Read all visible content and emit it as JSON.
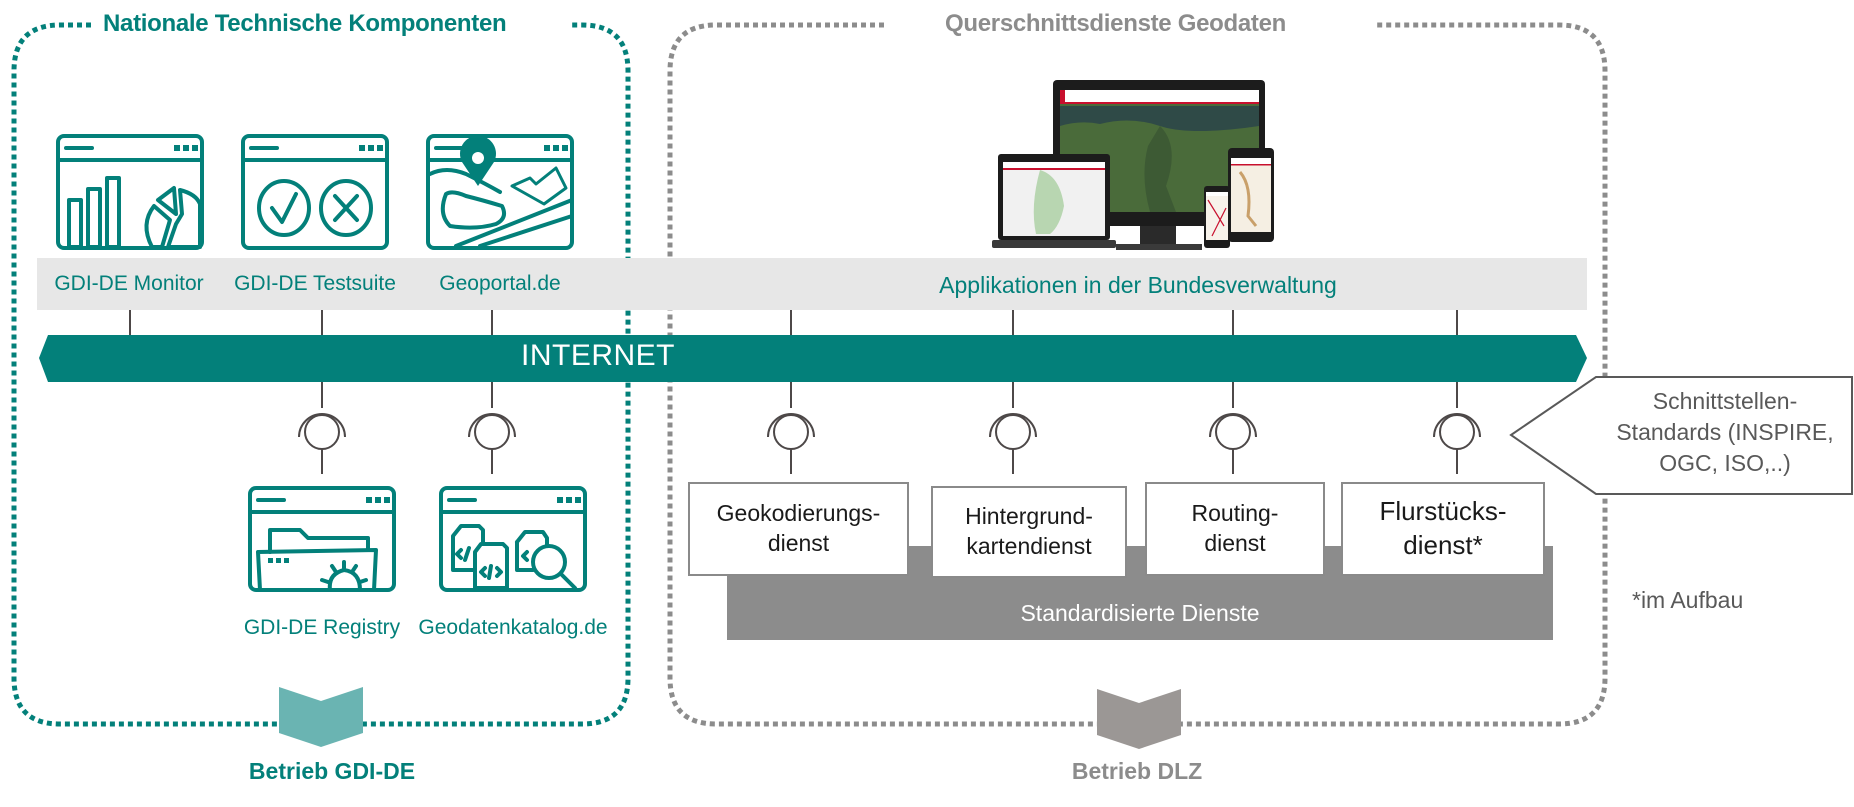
{
  "groups": {
    "national": {
      "title": "Nationale Technische Komponenten",
      "operator": "Betrieb GDI-DE",
      "color": "#03807a",
      "chevron_color": "#6ab4b2"
    },
    "cross_cutting": {
      "title": "Querschnittsdienste Geodaten",
      "operator": "Betrieb DLZ",
      "color": "#8c8c8c",
      "chevron_color": "#9b9795"
    }
  },
  "top_components": [
    {
      "label": "GDI-DE Monitor",
      "icon": "dashboard-chart-icon"
    },
    {
      "label": "GDI-DE Testsuite",
      "icon": "check-cross-icon"
    },
    {
      "label": "Geoportal.de",
      "icon": "map-pin-icon"
    }
  ],
  "bottom_components": [
    {
      "label": "GDI-DE Registry",
      "icon": "folder-gear-icon"
    },
    {
      "label": "Geodatenkatalog.de",
      "icon": "code-search-icon"
    }
  ],
  "applications": {
    "label": "Applikationen in der Bundesverwaltung",
    "image": "multi-device-map-viewer"
  },
  "network": {
    "label": "INTERNET",
    "color": "#03807a"
  },
  "services": [
    {
      "line1": "Geokodierungs-",
      "line2": "dienst"
    },
    {
      "line1": "Hintergrund-",
      "line2": "kartendienst"
    },
    {
      "line1": "Routing-",
      "line2": "dienst"
    },
    {
      "line1": "Flurstücks-",
      "line2": "dienst*"
    }
  ],
  "standard_services": {
    "label": "Standardisierte Dienste",
    "color": "#8c8c8c"
  },
  "callout": {
    "line1": "Schnittstellen-",
    "line2": "Standards (INSPIRE,",
    "line3": "OGC, ISO,..)"
  },
  "footnote": "*im Aufbau"
}
